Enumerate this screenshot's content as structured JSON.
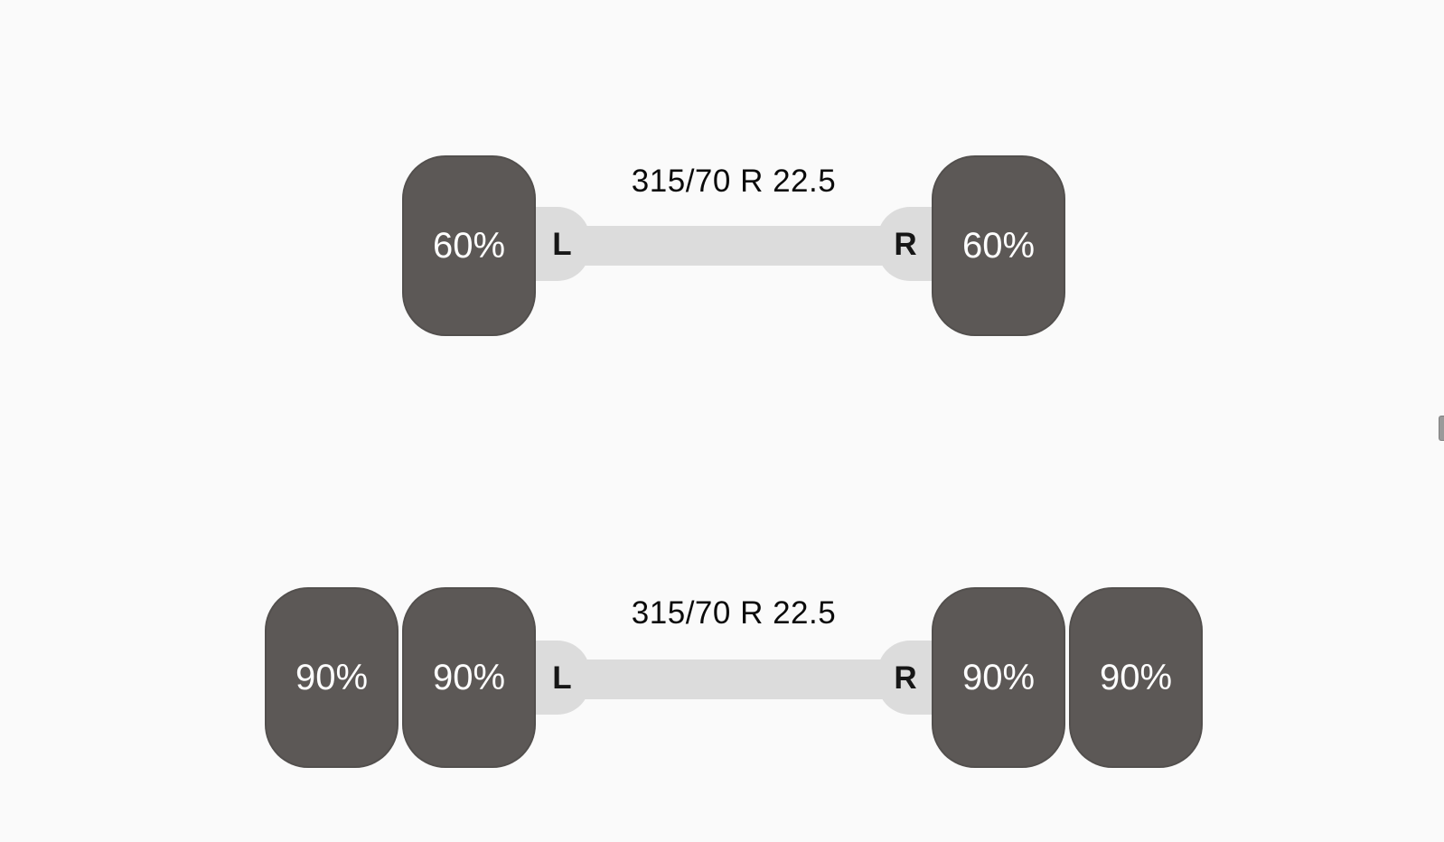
{
  "page": {
    "background": "#fafafa"
  },
  "axles": [
    {
      "id": "axle-1",
      "tire_size": "315/70 R 22.5",
      "left_marker": "L",
      "right_marker": "R",
      "left_tires": [
        {
          "tread_depth": "60%"
        }
      ],
      "right_tires": [
        {
          "tread_depth": "60%"
        }
      ]
    },
    {
      "id": "axle-2",
      "tire_size": "315/70 R 22.5",
      "left_marker": "L",
      "right_marker": "R",
      "left_tires": [
        {
          "tread_depth": "90%"
        },
        {
          "tread_depth": "90%"
        }
      ],
      "right_tires": [
        {
          "tread_depth": "90%"
        },
        {
          "tread_depth": "90%"
        }
      ]
    }
  ],
  "colors": {
    "background": "#fafafa",
    "tire_fill": "#5c5856",
    "tire_text": "#ffffff",
    "axle_fill": "#dcdcdc",
    "label_text": "#0b0b0b",
    "marker_text": "#161616",
    "scrollbar_thumb": "#9a9a9a"
  }
}
